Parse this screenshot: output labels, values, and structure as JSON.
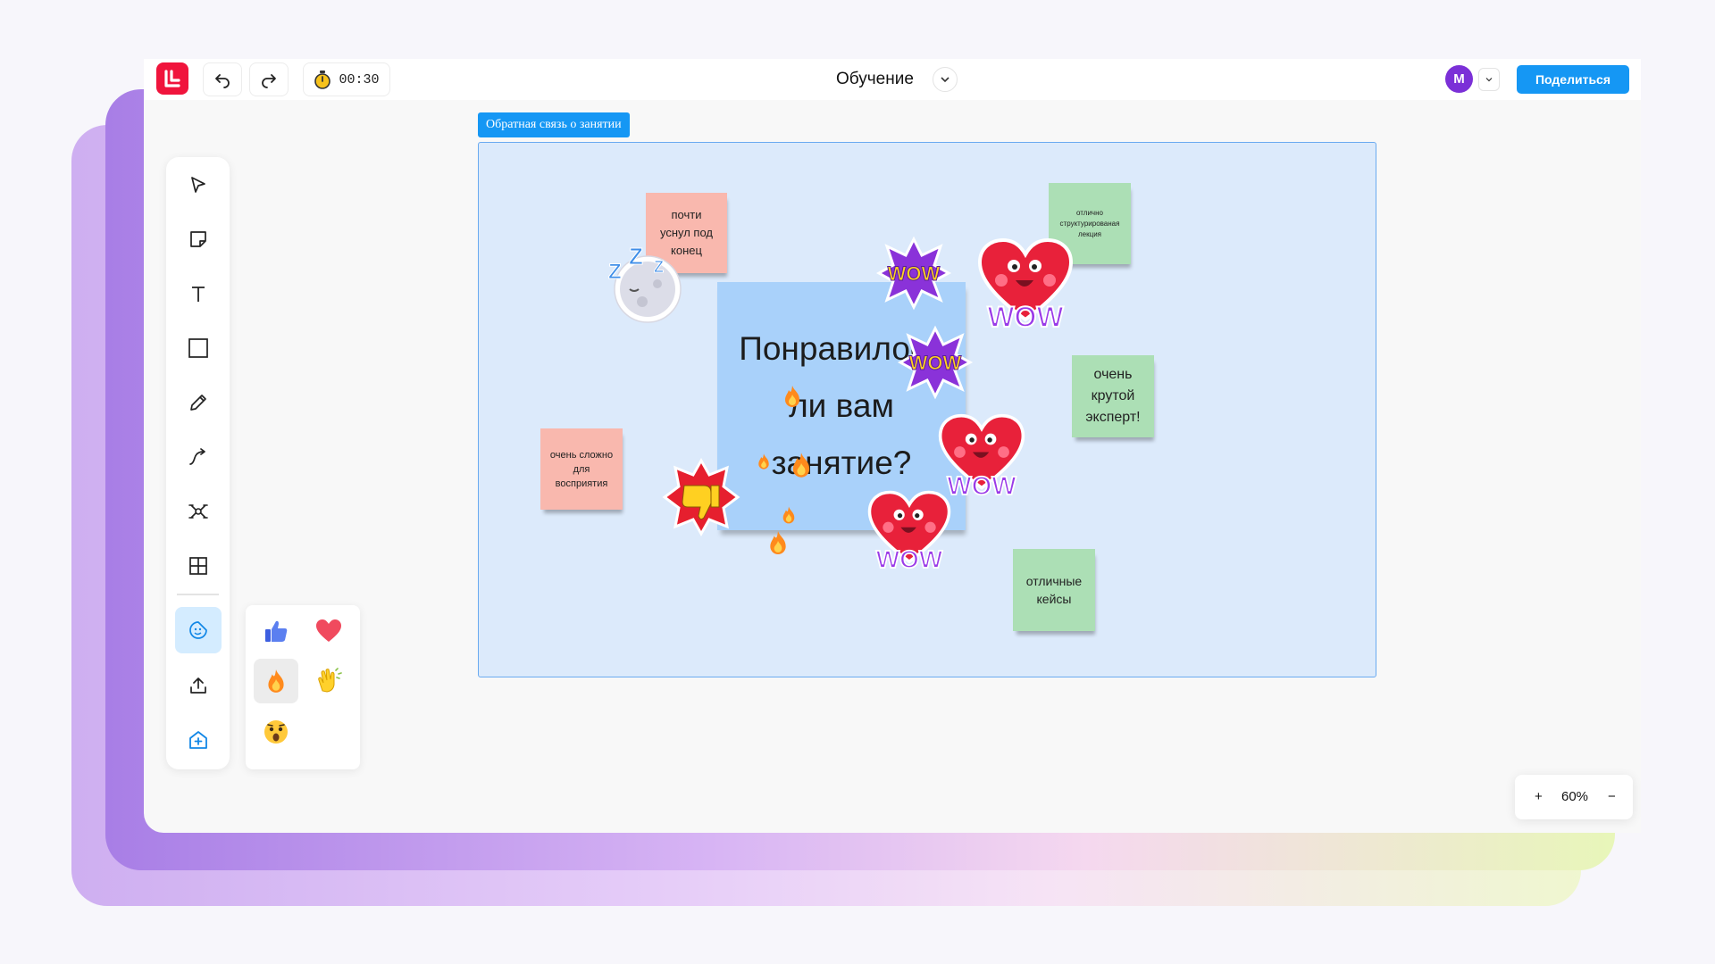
{
  "header": {
    "timer": "00:30",
    "board_title": "Обучение",
    "avatar_letter": "M",
    "share_label": "Поделиться"
  },
  "frame": {
    "label": "Обратная связь о занятии",
    "question": "Понравилось\nли вам\nзанятие?"
  },
  "notes": {
    "sleepy": "почти\nуснул под\nконец",
    "structured": "отлично\nструктурированая\nлекция",
    "hard": "очень сложно\nдля\nвосприятия",
    "expert": "очень\nкрутой\nэксперт!",
    "cases": "отличные\nкейсы"
  },
  "stickers": {
    "wow_text": "WOW",
    "zzz_text": "Z"
  },
  "zoom": {
    "plus": "+",
    "level": "60%",
    "minus": "−"
  },
  "colors": {
    "accent": "#1597f4",
    "brand": "#f0143c",
    "note_pink": "#f9b8ae",
    "note_green": "#acdfb5",
    "frame_fill": "#dceafb",
    "card_blue": "#a9d1fa"
  },
  "icons": {
    "toolbar": [
      "cursor-icon",
      "sticky-note-icon",
      "text-icon",
      "rectangle-icon",
      "pencil-icon",
      "connector-icon",
      "mindmap-icon",
      "table-icon",
      "sticker-icon",
      "upload-icon",
      "add-template-icon"
    ],
    "reactions": [
      "thumbs-up-icon",
      "heart-icon",
      "fire-icon",
      "clap-icon",
      "surprised-face-icon"
    ]
  }
}
